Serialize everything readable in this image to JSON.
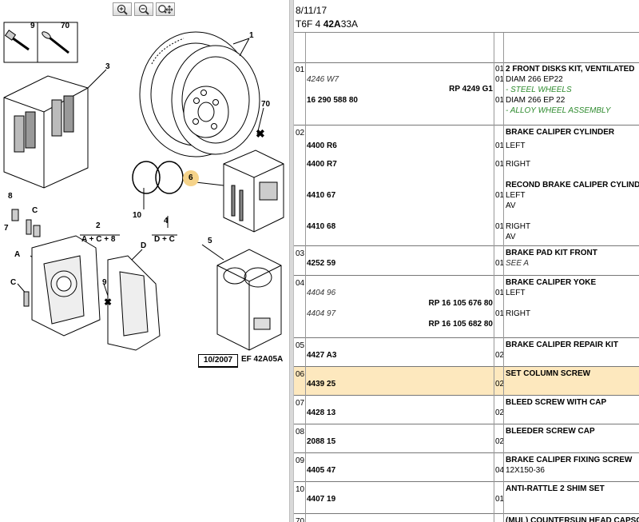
{
  "toolbar": {
    "zoom_in_icon": "zoom-in-icon",
    "zoom_out_icon": "zoom-out-icon",
    "zoom_move_icon": "zoom-move-icon"
  },
  "diagram": {
    "callouts": [
      "9",
      "70",
      "1",
      "3",
      "70",
      "6",
      "10",
      "8",
      "7",
      "C",
      "2",
      "A + C + 8",
      "4",
      "D + C",
      "A",
      "D",
      "C",
      "9",
      "5"
    ],
    "footer_date": "10/2007",
    "footer_code": "EF 42A05A"
  },
  "header": {
    "date": "8/11/17",
    "code_prefix": "T6F 4",
    "code_bold": "42A",
    "code_suffix": "33A"
  },
  "rows": [
    {
      "id": "01",
      "lines": [
        {
          "ref": "4246 W7",
          "ref_style": "it",
          "qty": "01",
          "desc": "2 FRONT DISKS KIT, VENTILATED",
          "desc_style": "b"
        },
        {
          "ref_right": "RP 4249 G1",
          "qty": "01",
          "desc": "DIAM 266 EP22"
        },
        {
          "ref": "16 290 588 80",
          "ref_style": "b",
          "desc": "- STEEL WHEELS",
          "desc_style": "gr"
        },
        {
          "qty": "01",
          "desc": "DIAM 266 EP 22"
        },
        {
          "desc": "- ALLOY WHEEL ASSEMBLY",
          "desc_style": "gr"
        }
      ]
    },
    {
      "id": "02",
      "lines": [
        {
          "desc": "BRAKE CALIPER CYLINDER",
          "desc_style": "b"
        },
        {
          "ref": "4400 R6",
          "ref_style": "b",
          "qty": "01",
          "desc": "LEFT"
        },
        {
          "ref": "4400 R7",
          "ref_style": "b",
          "qty": "01",
          "desc": "RIGHT"
        },
        {
          "desc": "RECOND BRAKE CALIPER CYLINDER",
          "desc_style": "b"
        },
        {
          "ref": "4410 67",
          "ref_style": "b",
          "qty": "01",
          "desc": "LEFT"
        },
        {
          "desc": "AV"
        },
        {
          "ref": "4410 68",
          "ref_style": "b",
          "qty": "01",
          "desc": "RIGHT"
        },
        {
          "desc": "AV"
        }
      ]
    },
    {
      "id": "03",
      "lines": [
        {
          "desc": "BRAKE PAD KIT FRONT",
          "desc_style": "b"
        },
        {
          "ref": "4252 59",
          "ref_style": "b",
          "qty": "01",
          "desc": "SEE A",
          "desc_style": "it"
        }
      ]
    },
    {
      "id": "04",
      "lines": [
        {
          "desc": "BRAKE CALIPER YOKE",
          "desc_style": "b"
        },
        {
          "ref": "4404 96",
          "ref_style": "it",
          "qty": "01",
          "desc": "LEFT"
        },
        {
          "ref_right": "RP 16 105 676 80"
        },
        {
          "ref": "4404 97",
          "ref_style": "it",
          "qty": "01",
          "desc": "RIGHT"
        },
        {
          "ref_right": "RP 16 105 682 80"
        }
      ]
    },
    {
      "id": "05",
      "lines": [
        {
          "desc": "BRAKE CALIPER REPAIR KIT",
          "desc_style": "b"
        },
        {
          "ref": "4427 A3",
          "ref_style": "b",
          "qty": "02"
        }
      ]
    },
    {
      "id": "06",
      "lines": [
        {
          "desc": "SET COLUMN SCREW",
          "desc_style": "b"
        },
        {
          "ref": "4439 25",
          "ref_style": "b",
          "qty": "02"
        }
      ]
    },
    {
      "id": "07",
      "lines": [
        {
          "desc": "BLEED SCREW WITH CAP",
          "desc_style": "b"
        },
        {
          "ref": "4428 13",
          "ref_style": "b",
          "qty": "02"
        }
      ]
    },
    {
      "id": "08",
      "lines": [
        {
          "desc": "BLEEDER SCREW CAP",
          "desc_style": "b"
        },
        {
          "ref": "2088 15",
          "ref_style": "b",
          "qty": "02"
        }
      ]
    },
    {
      "id": "09",
      "lines": [
        {
          "desc": "BRAKE CALIPER FIXING SCREW",
          "desc_style": "b"
        },
        {
          "ref": "4405 47",
          "ref_style": "b",
          "qty": "04",
          "desc": "12X150-36"
        }
      ]
    },
    {
      "id": "10",
      "lines": [
        {
          "desc": "ANTI-RATTLE 2 SHIM SET",
          "desc_style": "b"
        },
        {
          "ref": "4407 19",
          "ref_style": "b",
          "qty": "01"
        }
      ]
    },
    {
      "id": "70",
      "lines": [
        {
          "desc": "(MUL) COUNTERSUN HEAD CAPSCREW",
          "desc_style": "b"
        }
      ]
    }
  ],
  "colors": {
    "highlight": "#fde8be",
    "green_note": "#2e8b2e",
    "callout_badge": "#f5d38a"
  }
}
